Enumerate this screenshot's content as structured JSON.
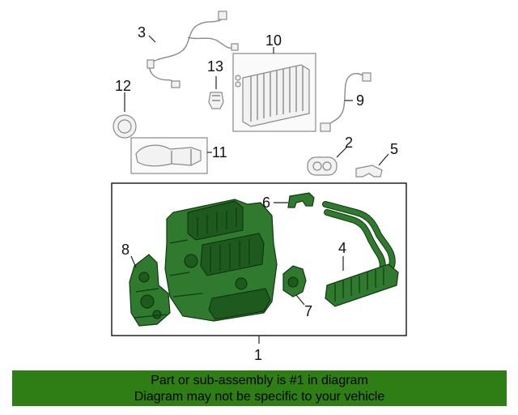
{
  "callouts": {
    "c1": "1",
    "c2": "2",
    "c3": "3",
    "c4": "4",
    "c5": "5",
    "c6": "6",
    "c7": "7",
    "c8": "8",
    "c9": "9",
    "c10": "10",
    "c11": "11",
    "c12": "12",
    "c13": "13"
  },
  "footer": {
    "line1": "Part or sub-assembly is #1 in diagram",
    "line2": "Diagram may not be specific to your vehicle"
  },
  "colors": {
    "highlight_green": "#2e7d15",
    "part_green": "#2f7a2f",
    "ghost_gray": "#8a8a8a"
  }
}
